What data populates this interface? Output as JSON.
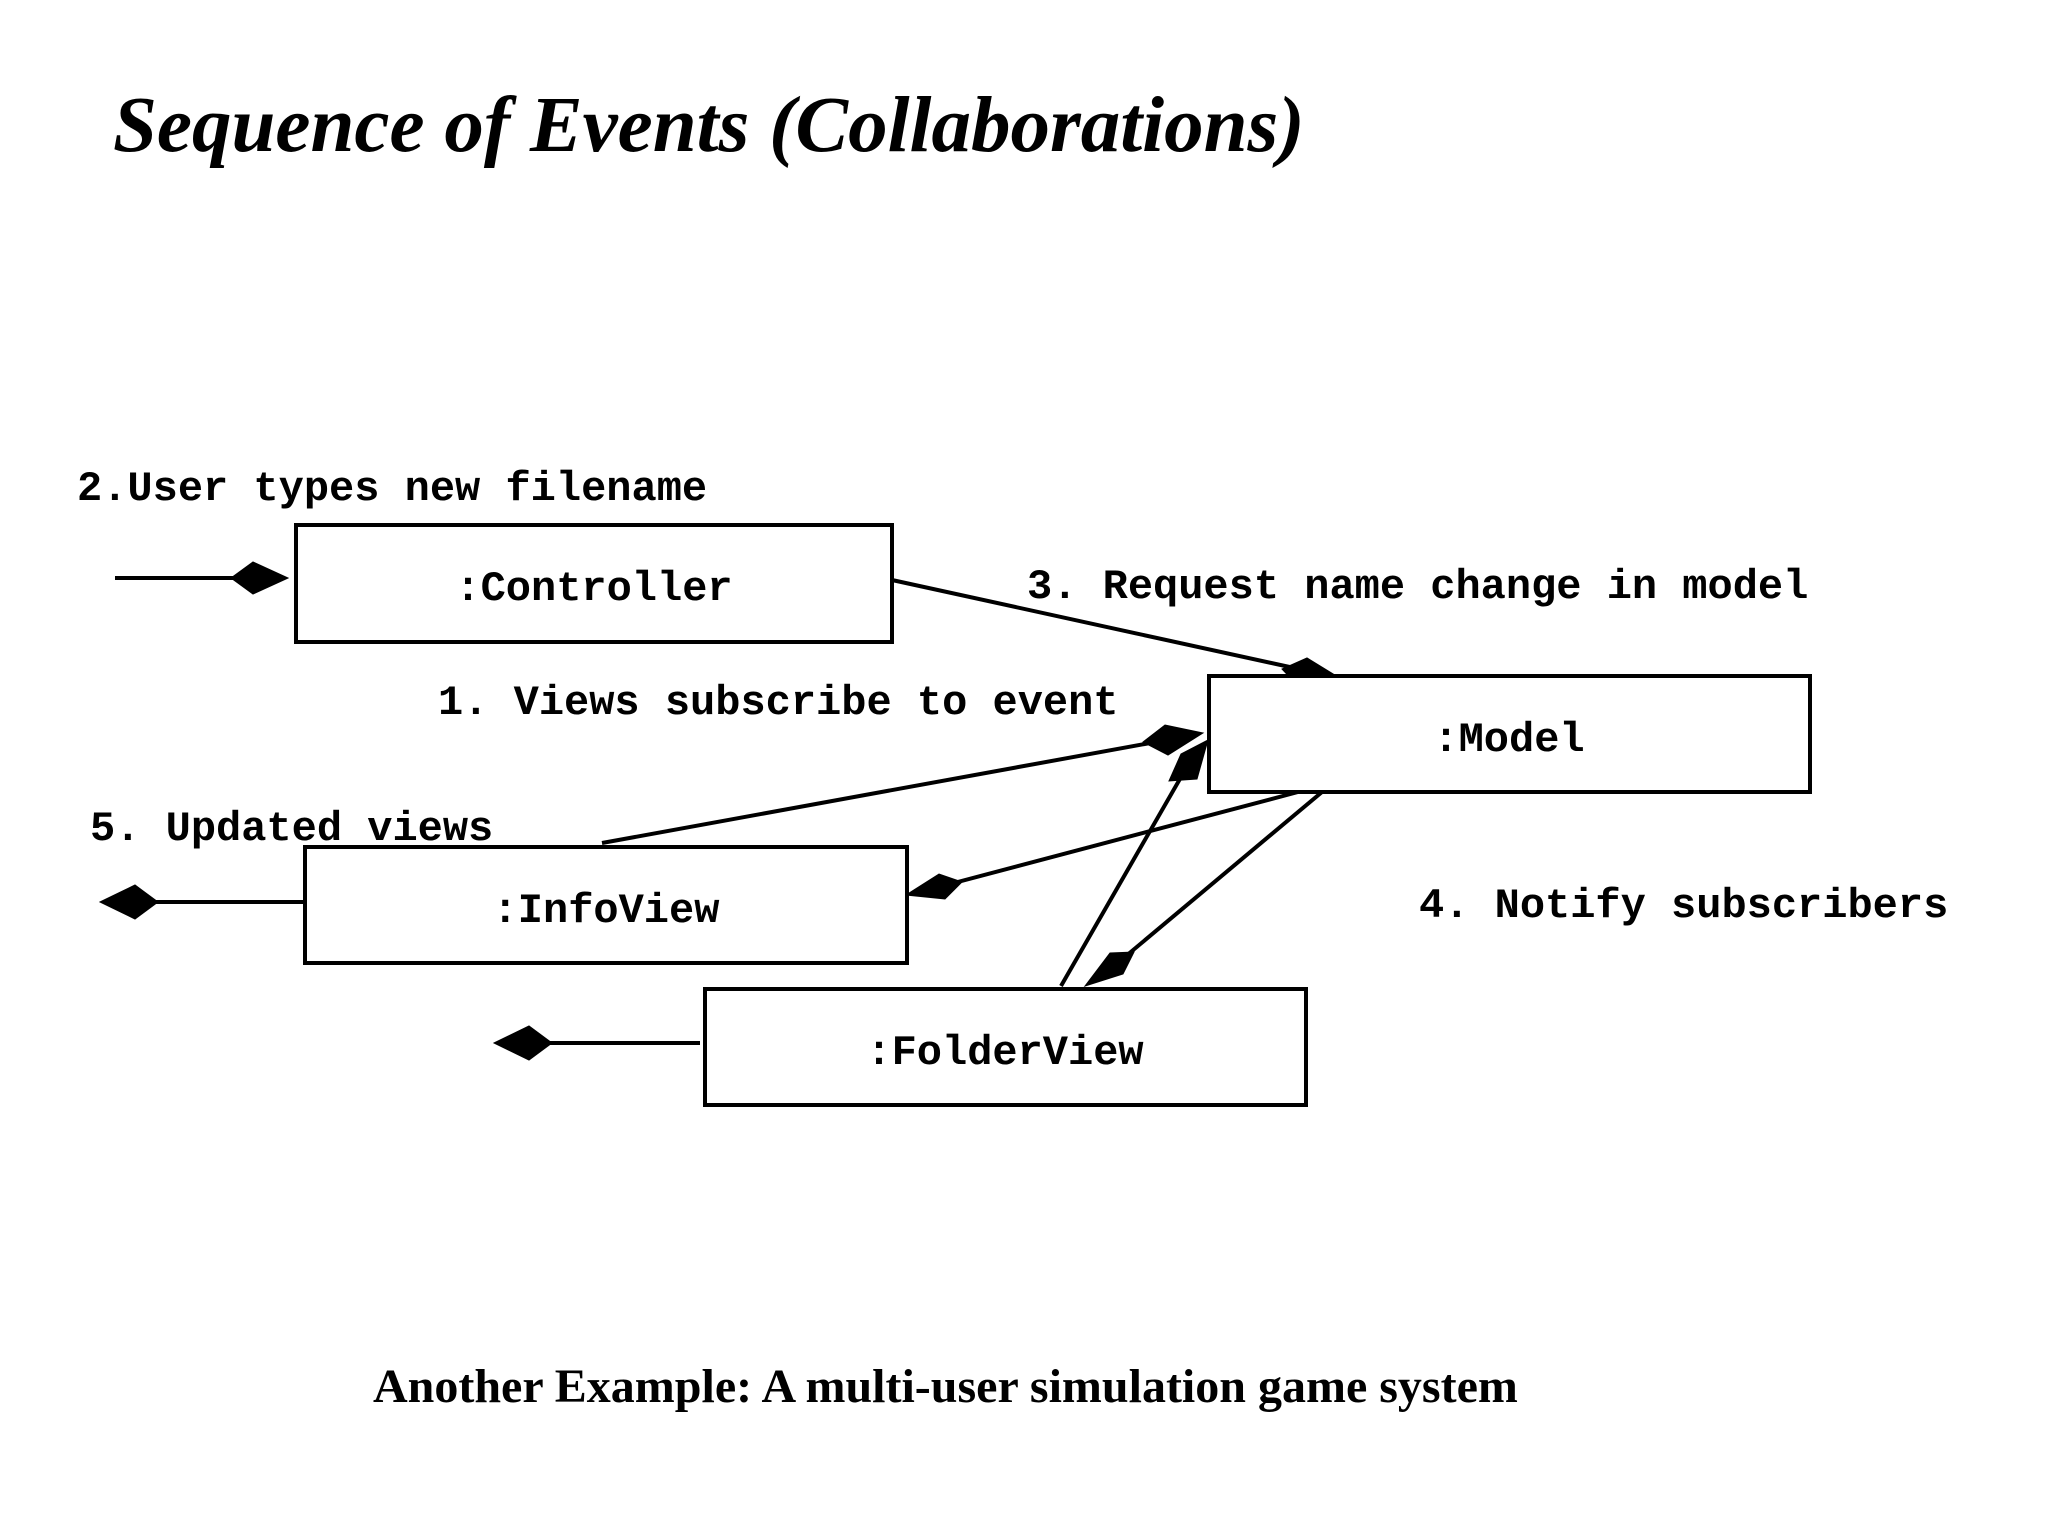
{
  "title": "Sequence of Events (Collaborations)",
  "nodes": {
    "controller": ":Controller",
    "model": ":Model",
    "infoview": ":InfoView",
    "folderview": ":FolderView"
  },
  "labels": {
    "step1": "1. Views subscribe to event",
    "step2": "2.User types new filename",
    "step3": "3. Request name change in model",
    "step4": "4. Notify subscribers",
    "step5": "5. Updated views"
  },
  "footer": "Another Example: A multi-user simulation game system"
}
